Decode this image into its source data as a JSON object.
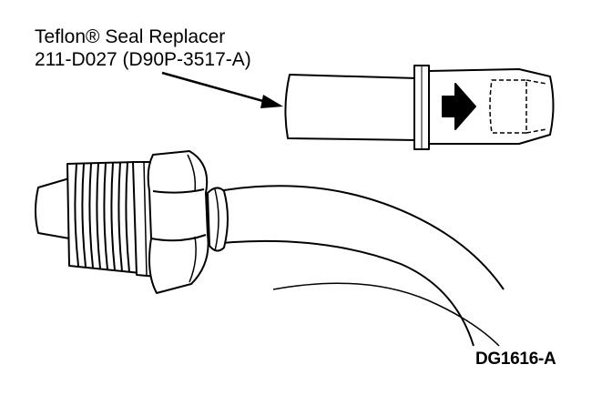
{
  "callout": {
    "name": "Teflon® Seal Replacer",
    "part_number": "211-D027 (D90P-3517-A)"
  },
  "figure": {
    "id": "DG1616-A"
  },
  "palette": {
    "ink": "#000000",
    "paper": "#ffffff"
  }
}
